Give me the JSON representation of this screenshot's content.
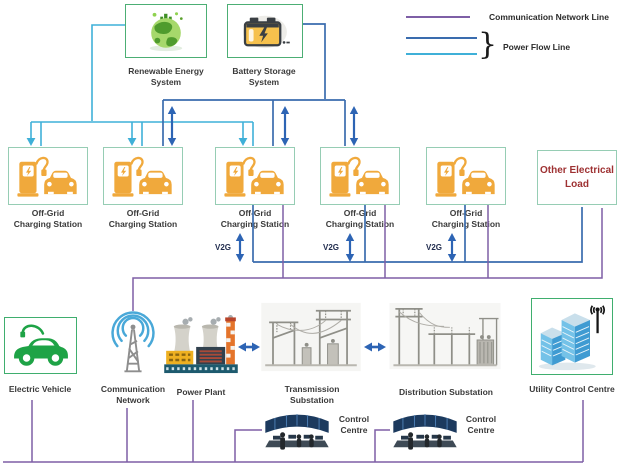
{
  "legend": {
    "comm_label": "Communication Network Line",
    "power_label": "Power Flow Line",
    "brace": "}",
    "comm_color": "#7e5fa6",
    "power_colors": [
      "#3a6cae",
      "#3fb0d8"
    ]
  },
  "top": {
    "renewable_label": "Renewable Energy\nSystem",
    "battery_label": "Battery Storage\nSystem"
  },
  "stations": [
    {
      "label": "Off-Grid\nCharging Station"
    },
    {
      "label": "Off-Grid\nCharging Station"
    },
    {
      "label": "Off-Grid\nCharging Station"
    },
    {
      "label": "Off-Grid\nCharging Station"
    },
    {
      "label": "Off-Grid\nCharging Station"
    }
  ],
  "other_load": {
    "label": "Other Electrical\nLoad",
    "color": "#9e3132"
  },
  "v2g": [
    {
      "label": "V2G"
    },
    {
      "label": "V2G"
    },
    {
      "label": "V2G"
    }
  ],
  "bottom": {
    "ev_label": "Electric Vehicle",
    "comm_label": "Communication\nNetwork",
    "power_plant_label": "Power Plant",
    "transmission_label": "Transmission\nSubstation",
    "distribution_label": "Distribution Substation",
    "utility_label": "Utility Control Centre"
  },
  "control_centres": [
    {
      "label": "Control\nCentre"
    },
    {
      "label": "Control\nCentre"
    }
  ],
  "colors": {
    "communication_line": "#7e5fa6",
    "renewable_power_line": "#3fb0d8",
    "battery_power_line": "#3a6cae",
    "double_arrow_blue": "#2d64b4",
    "station_amber": "#f0a93c",
    "ev_green": "#1ea346"
  }
}
